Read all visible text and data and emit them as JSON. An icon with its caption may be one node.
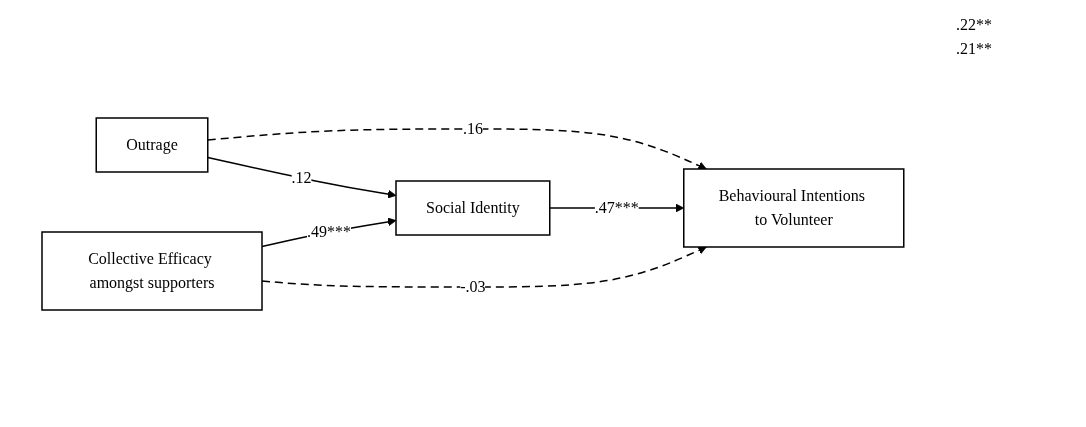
{
  "diagram": {
    "nodes": [
      {
        "text": [
          "Outrage"
        ]
      },
      {
        "text": [
          "Social Identity"
        ]
      },
      {
        "text": [
          "Behavioural Intentions to Volunteer"
        ]
      },
      {
        "text": [
          "Collective Efficacy amongst supporters"
        ]
      }
    ],
    "edges": [
      {
        "from": 0,
        "to": 2,
        "arrow": "to",
        "label": ".16",
        "style": "dashed"
      },
      {
        "from": 0,
        "to": 1,
        "arrow": "to",
        "label": ".12"
      },
      {
        "from": 1,
        "to": 2,
        "arrow": "to",
        "label": ".47***"
      },
      {
        "from": 3,
        "to": 1,
        "arrow": "to",
        "label": ".49***"
      },
      {
        "from": 3,
        "to": 2,
        "arrow": "to",
        "label": "-.03",
        "style": "dashed"
      }
    ],
    "labels": [
      ".22**",
      ".21**"
    ]
  }
}
